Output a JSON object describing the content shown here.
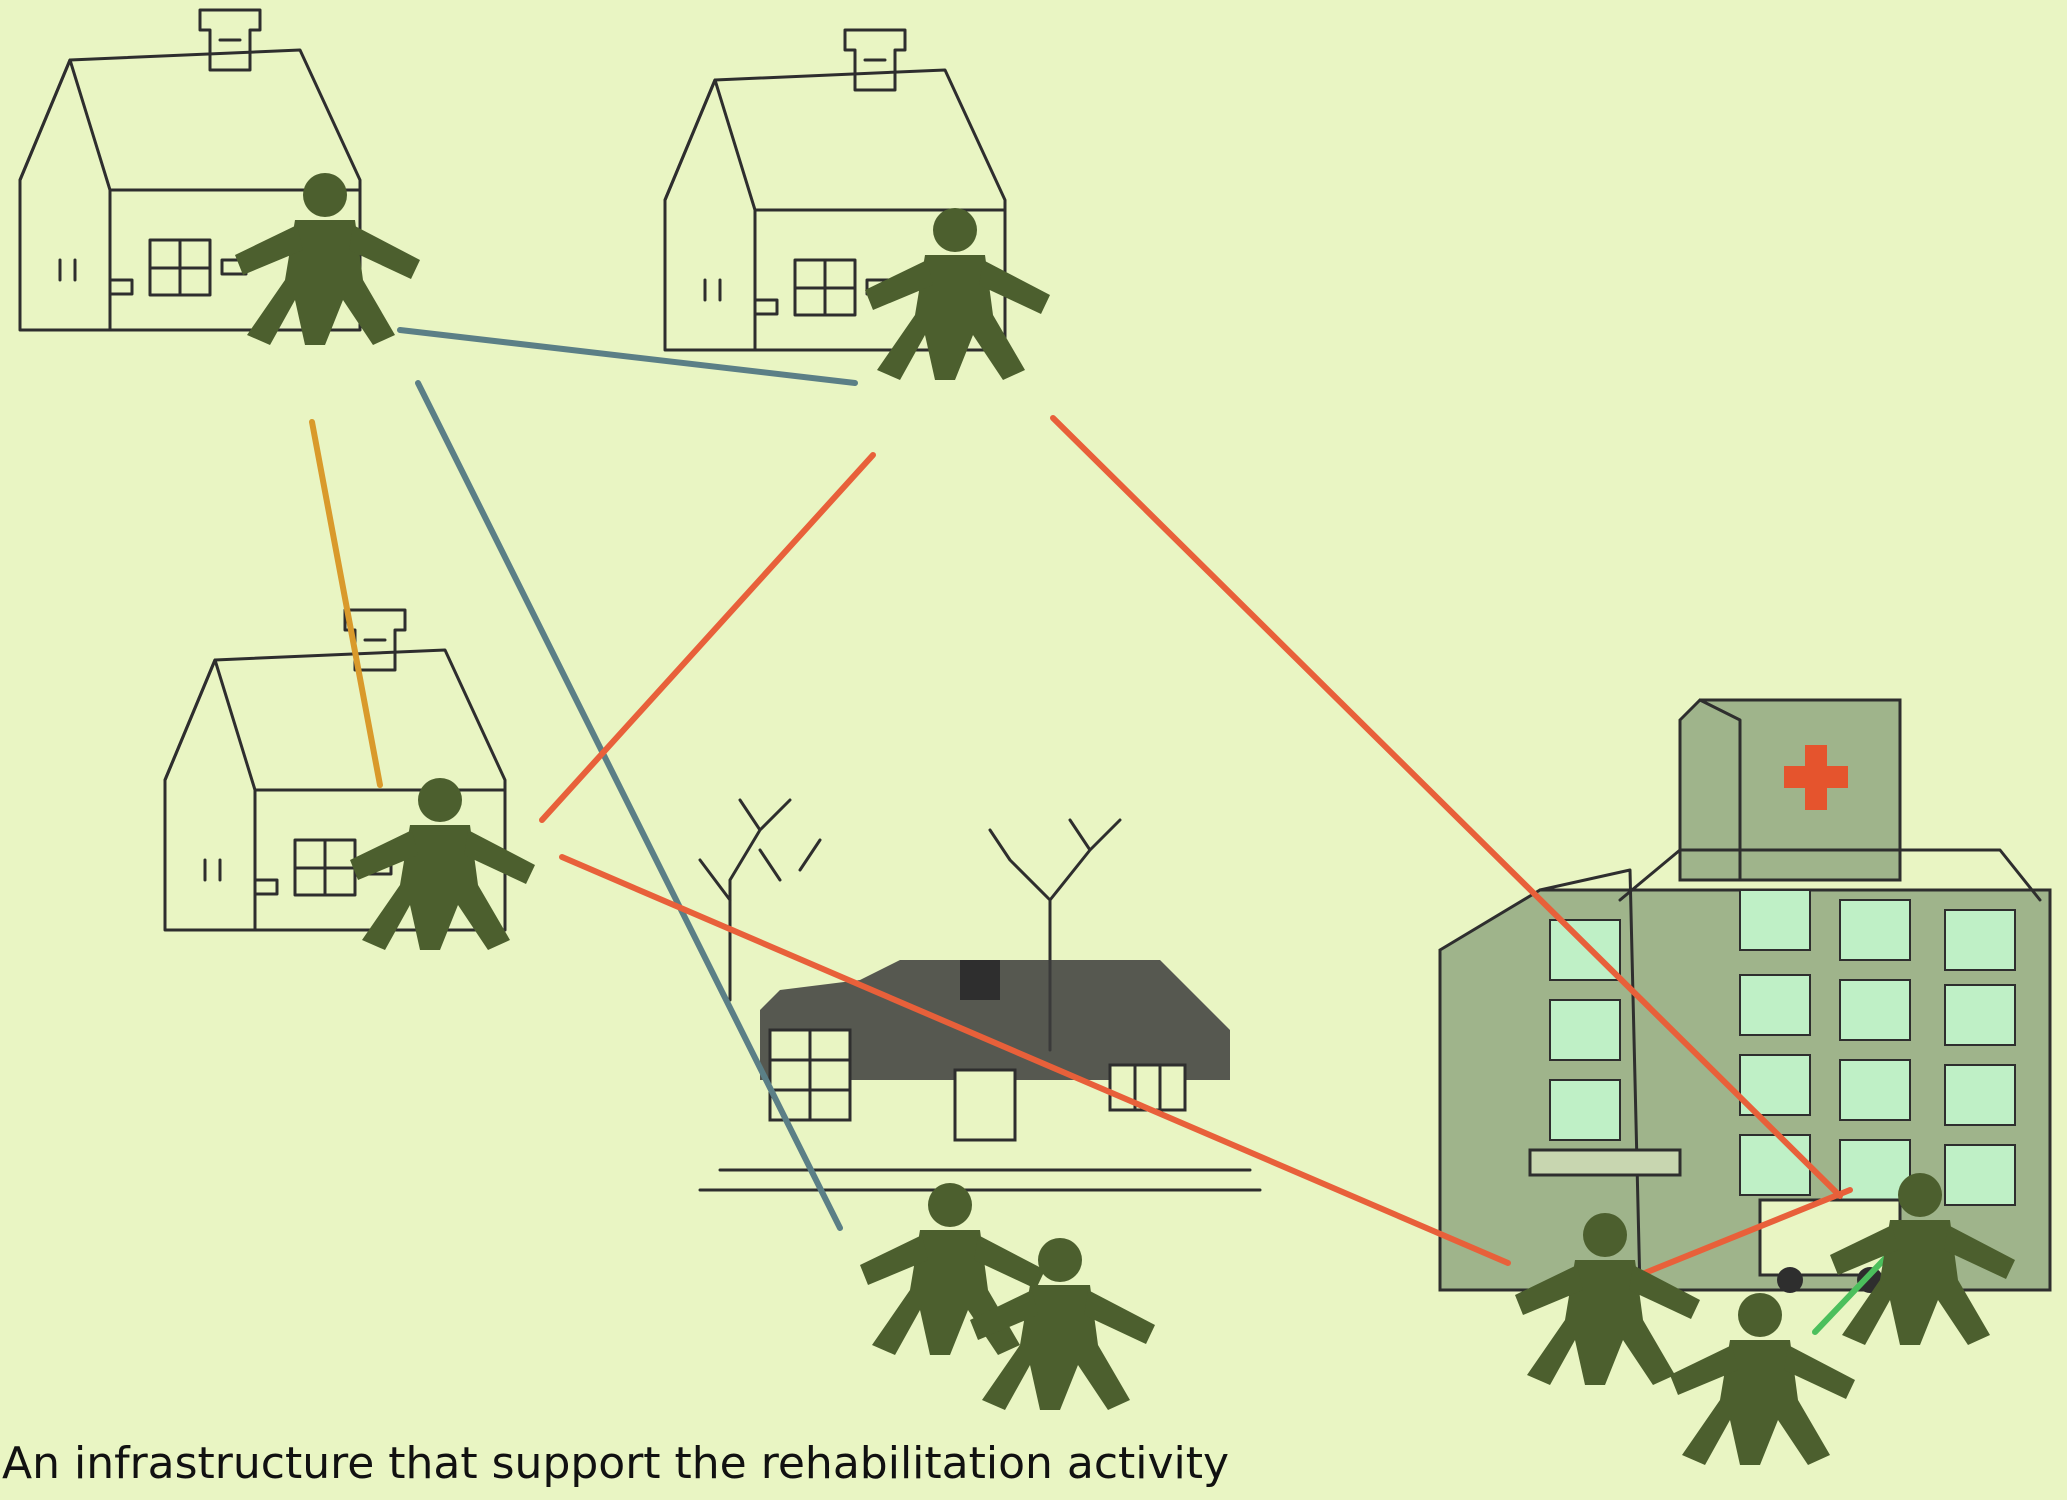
{
  "caption": "An infrastructure that support the rehabilitation activity",
  "colors": {
    "background": "#e9f5c3",
    "person": "#4c5f2e",
    "link_blue": "#5b7f86",
    "link_orange": "#d99a2b",
    "link_red": "#e8603a",
    "link_green": "#4bbf5c",
    "hospital_wall": "#9fb48b",
    "hospital_window": "#bff0c6",
    "hospital_cross": "#e5542d"
  },
  "icons": [
    "house-sketch",
    "person-figure",
    "community-center",
    "hospital",
    "ambulance",
    "red-cross"
  ]
}
